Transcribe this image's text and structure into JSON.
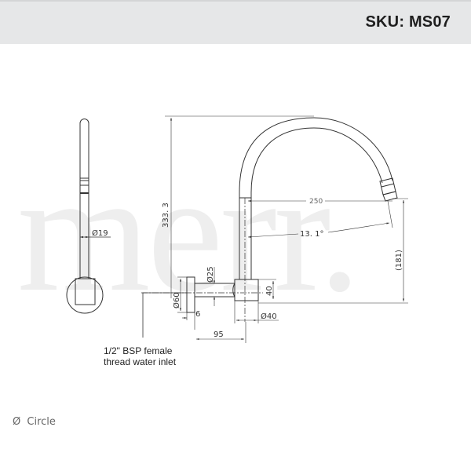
{
  "header": {
    "sku_label": "SKU: MS07"
  },
  "watermark": {
    "text": "merr."
  },
  "drawing": {
    "title": "Wall mounted gooseneck tap dimension drawing",
    "side_view": {
      "spout_diameter": "Ø19"
    },
    "front_view": {
      "height": "333. 3",
      "reach": "250",
      "angle": "13. 1°",
      "outlet_height": "(181)",
      "flange_diameter": "Ø60",
      "pipe_diameter": "Ø25",
      "flange_thickness": "6",
      "body_height": "40",
      "body_diameter": "Ø40",
      "projection": "95"
    },
    "inlet_note_line1": "1/2\" BSP female",
    "inlet_note_line2": "thread water inlet"
  },
  "legend": {
    "symbol": "Ø",
    "label": "Circle"
  },
  "colors": {
    "header_bg": "#e6e7e8",
    "line": "#333333",
    "watermark": "#eeeeee"
  }
}
